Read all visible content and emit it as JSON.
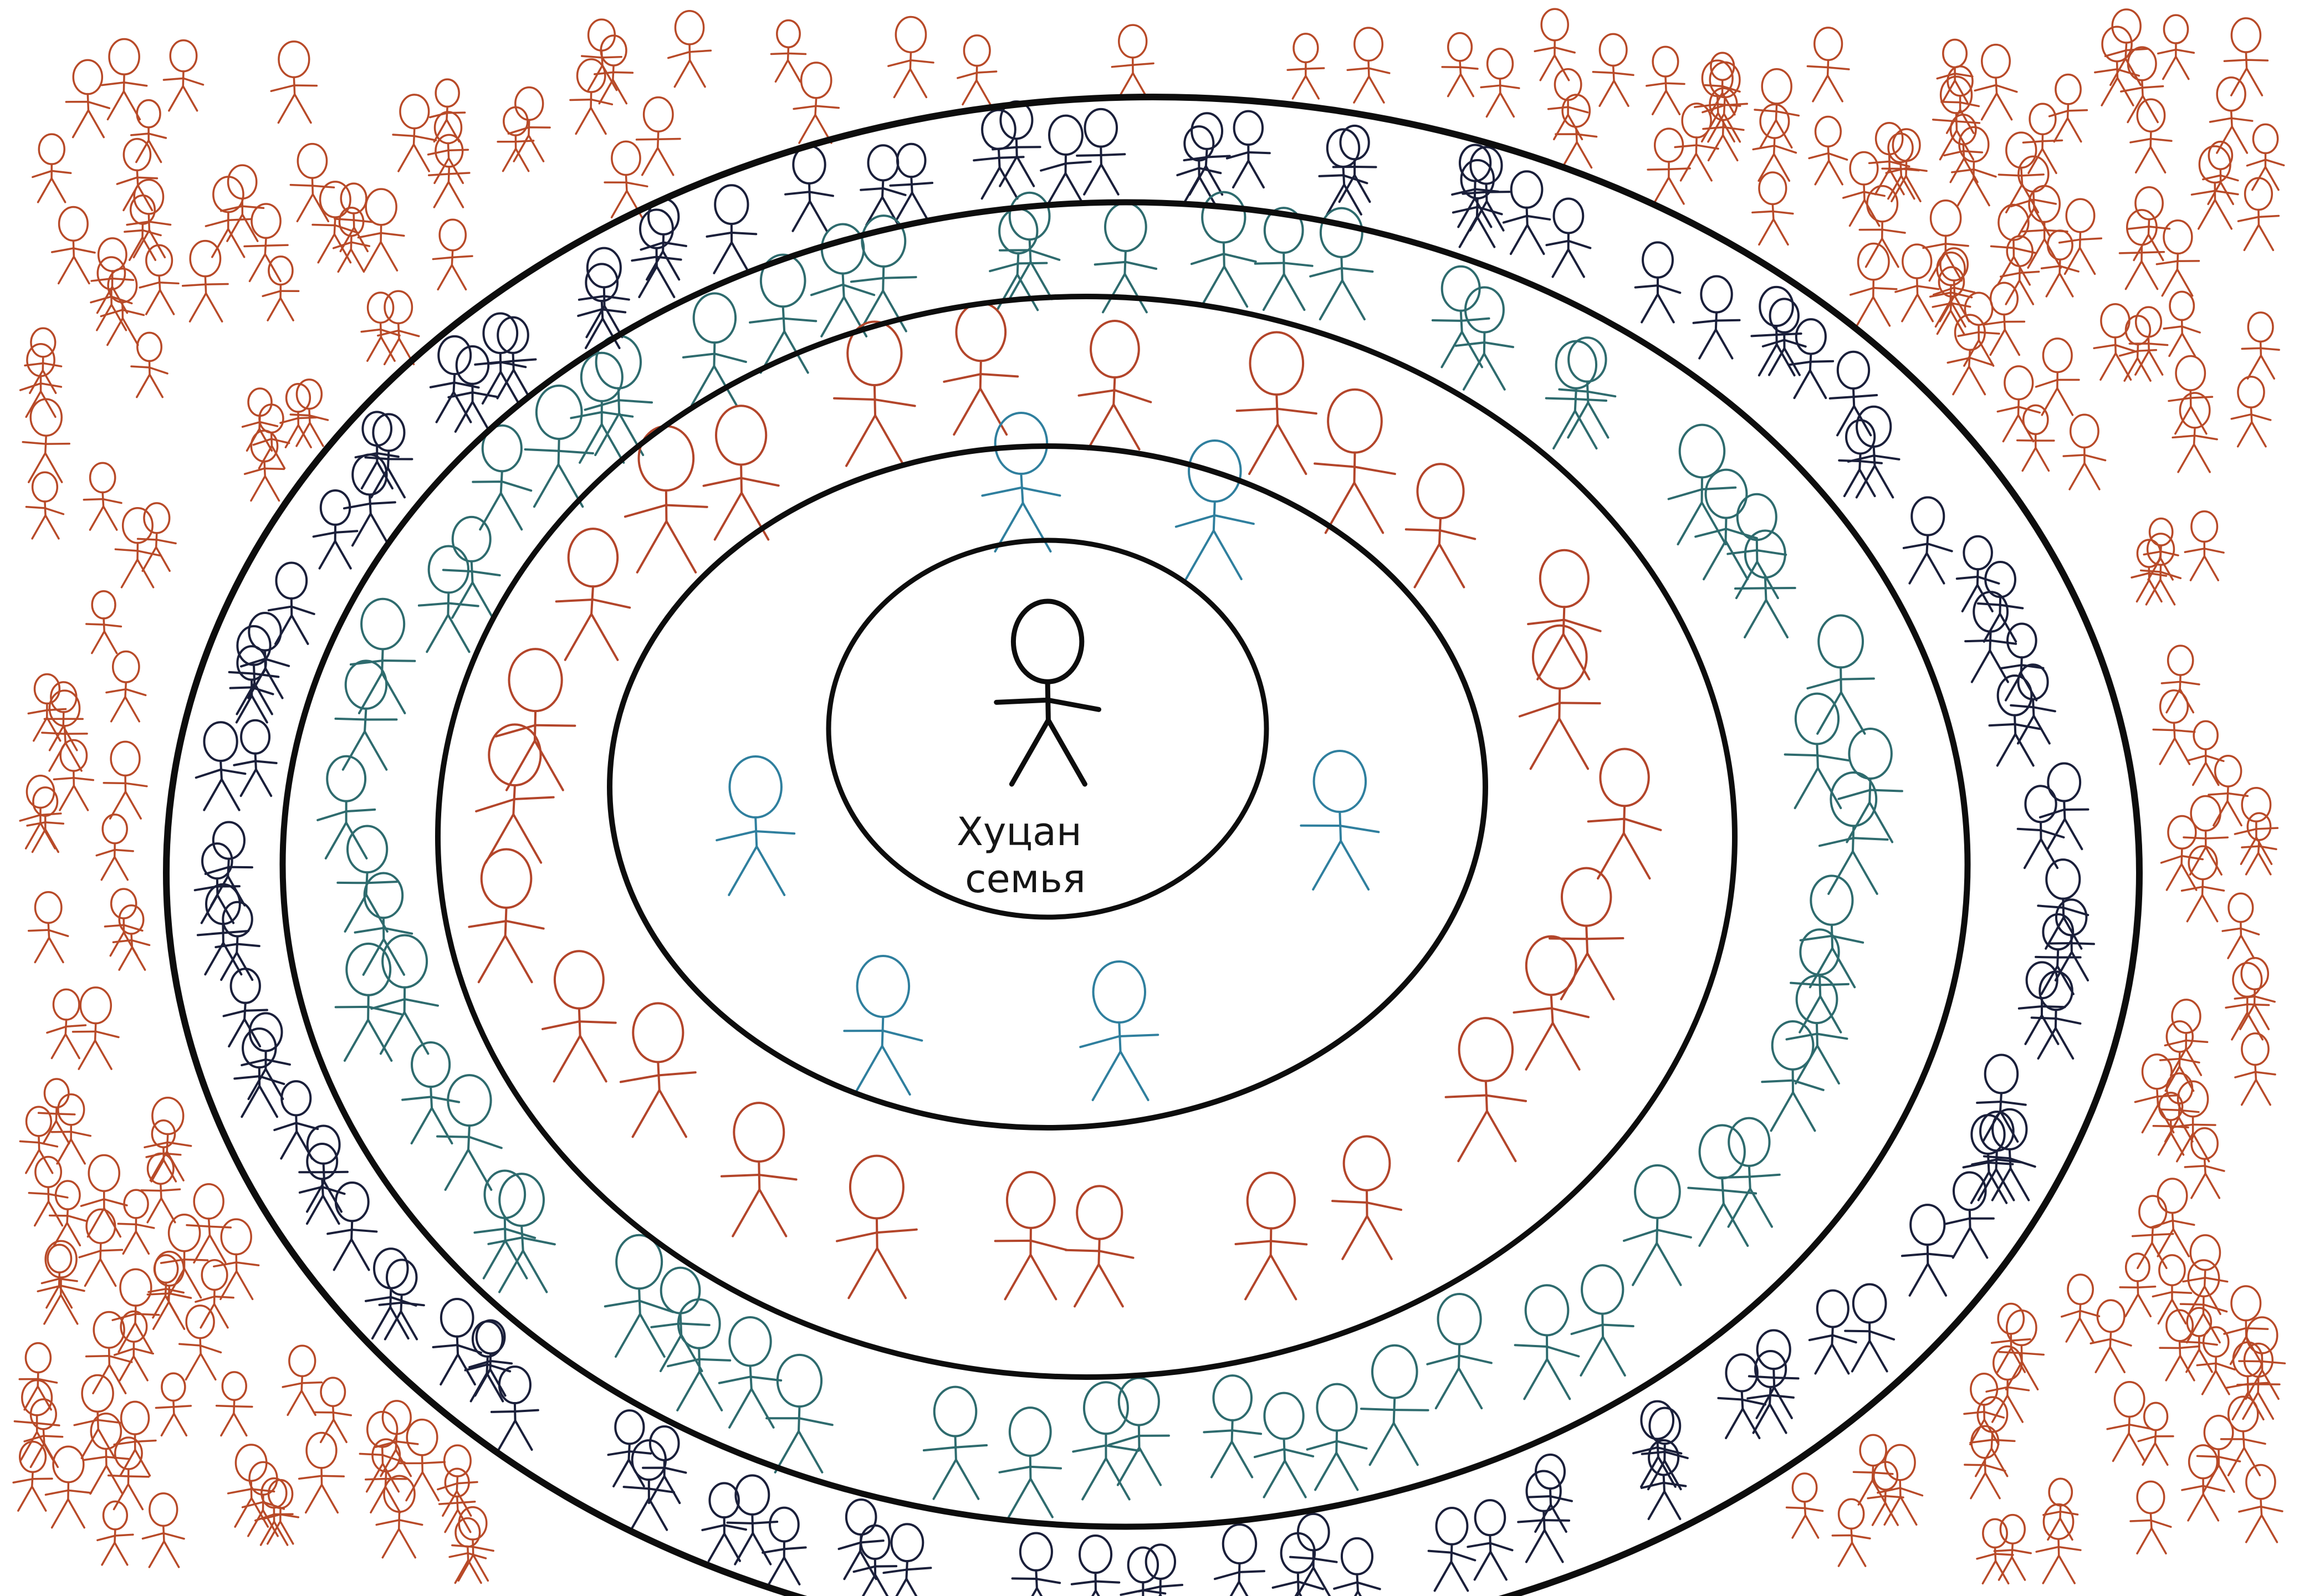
{
  "drawing": {
    "center_caption": [
      "Хуцан",
      "семья"
    ],
    "colors": {
      "background": "#ffffff",
      "ring_stroke": "#0d0d0d",
      "center_figure": "#0d0d0d",
      "inner_ring_figures": "#2f7f9e",
      "middle_ring_figures": "#b3452a",
      "second_ring_figures": "#2e6b6e",
      "outer_band_figures": "#1a1f3a",
      "outside_crowd": "#b84a28"
    },
    "ring_count": 5,
    "groups": [
      {
        "zone": "center",
        "color_key": "center_figure",
        "count": 1
      },
      {
        "zone": "ring-1",
        "color_key": "inner_ring_figures",
        "count": 6
      },
      {
        "zone": "ring-2",
        "color_key": "middle_ring_figures",
        "count": 26
      },
      {
        "zone": "ring-3",
        "color_key": "second_ring_figures",
        "count": 62
      },
      {
        "zone": "ring-4",
        "color_key": "outer_band_figures",
        "count": 110
      },
      {
        "zone": "outside",
        "color_key": "outside_crowd",
        "count": 260
      }
    ]
  }
}
